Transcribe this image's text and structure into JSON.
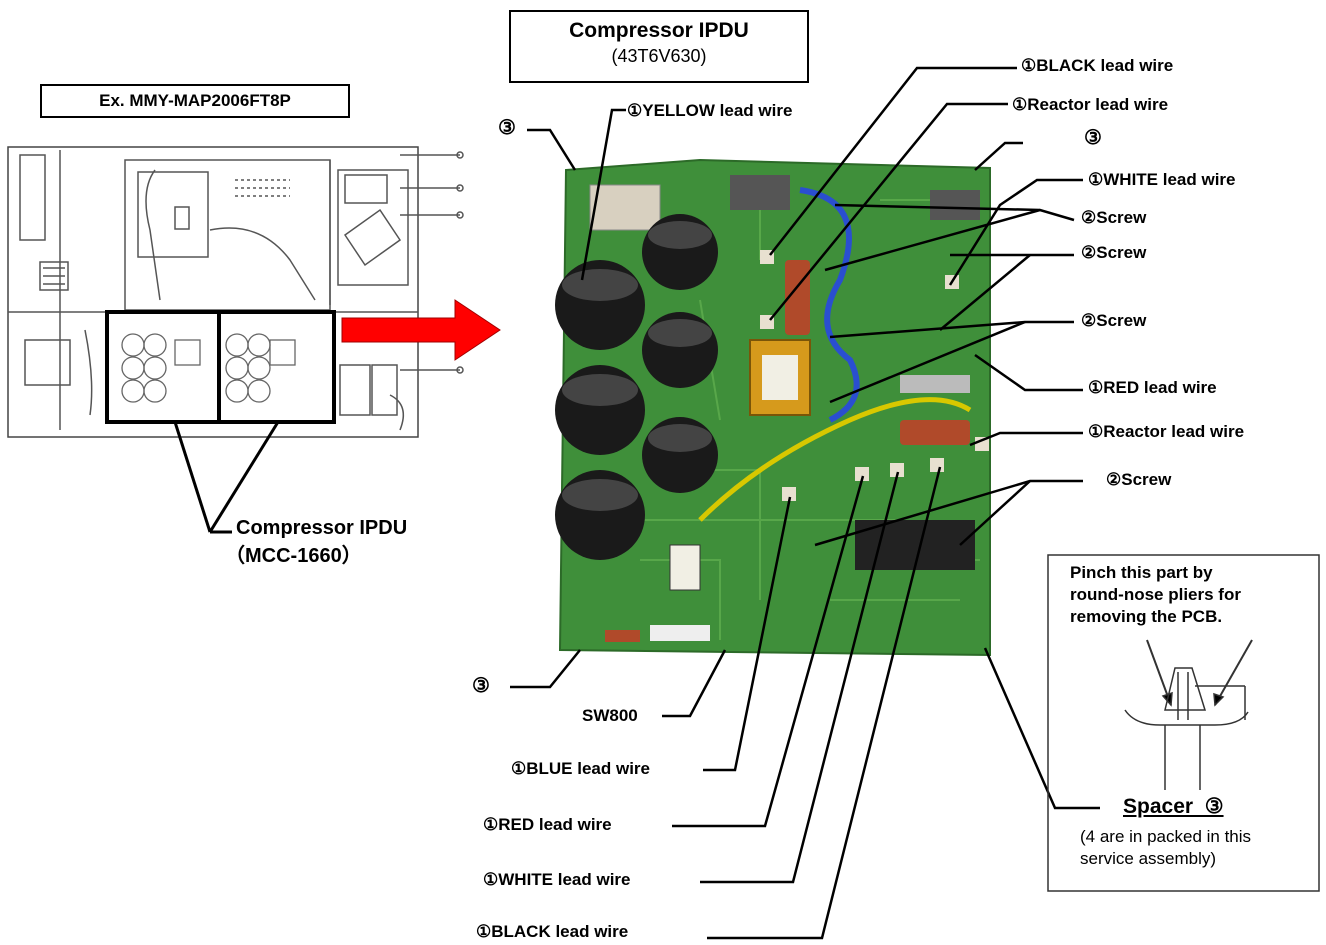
{
  "titles": {
    "ipdu_box_title": "Compressor IPDU",
    "ipdu_box_part": "(43T6V630)",
    "model_box": "Ex. MMY-MAP2006FT8P",
    "left_caption_title": "Compressor IPDU",
    "left_caption_part": "（MCC-1660）"
  },
  "callouts": {
    "black_top": "①BLACK lead wire",
    "reactor_top": "①Reactor lead wire",
    "spacer_right": "③",
    "white_right": "①WHITE lead wire",
    "screw_1": "②Screw",
    "screw_2": "②Screw",
    "screw_3": "②Screw",
    "red_right": "①RED lead wire",
    "reactor_right": "①Reactor lead wire",
    "screw_4": "②Screw",
    "yellow": "①YELLOW lead wire",
    "spacer_top_left": "③",
    "spacer_bottom_left": "③",
    "sw800": "SW800",
    "blue_bottom": "①BLUE lead wire",
    "red_bottom": "①RED lead wire",
    "white_bottom": "①WHITE lead wire",
    "black_bottom": "①BLACK lead wire"
  },
  "note_box": {
    "instruction": [
      "Pinch this part by",
      "round-nose pliers for",
      "removing the PCB."
    ],
    "spacer_title": "Spacer  ③",
    "spacer_note": [
      "(4 are in packed in this",
      "service assembly)"
    ]
  },
  "colors": {
    "arrow": "#ff0000",
    "pcb": "#3f8f3a",
    "capacitor": "#1a1a1a",
    "wire_blue": "#2a4fd0",
    "wire_yellow": "#d8c800"
  }
}
